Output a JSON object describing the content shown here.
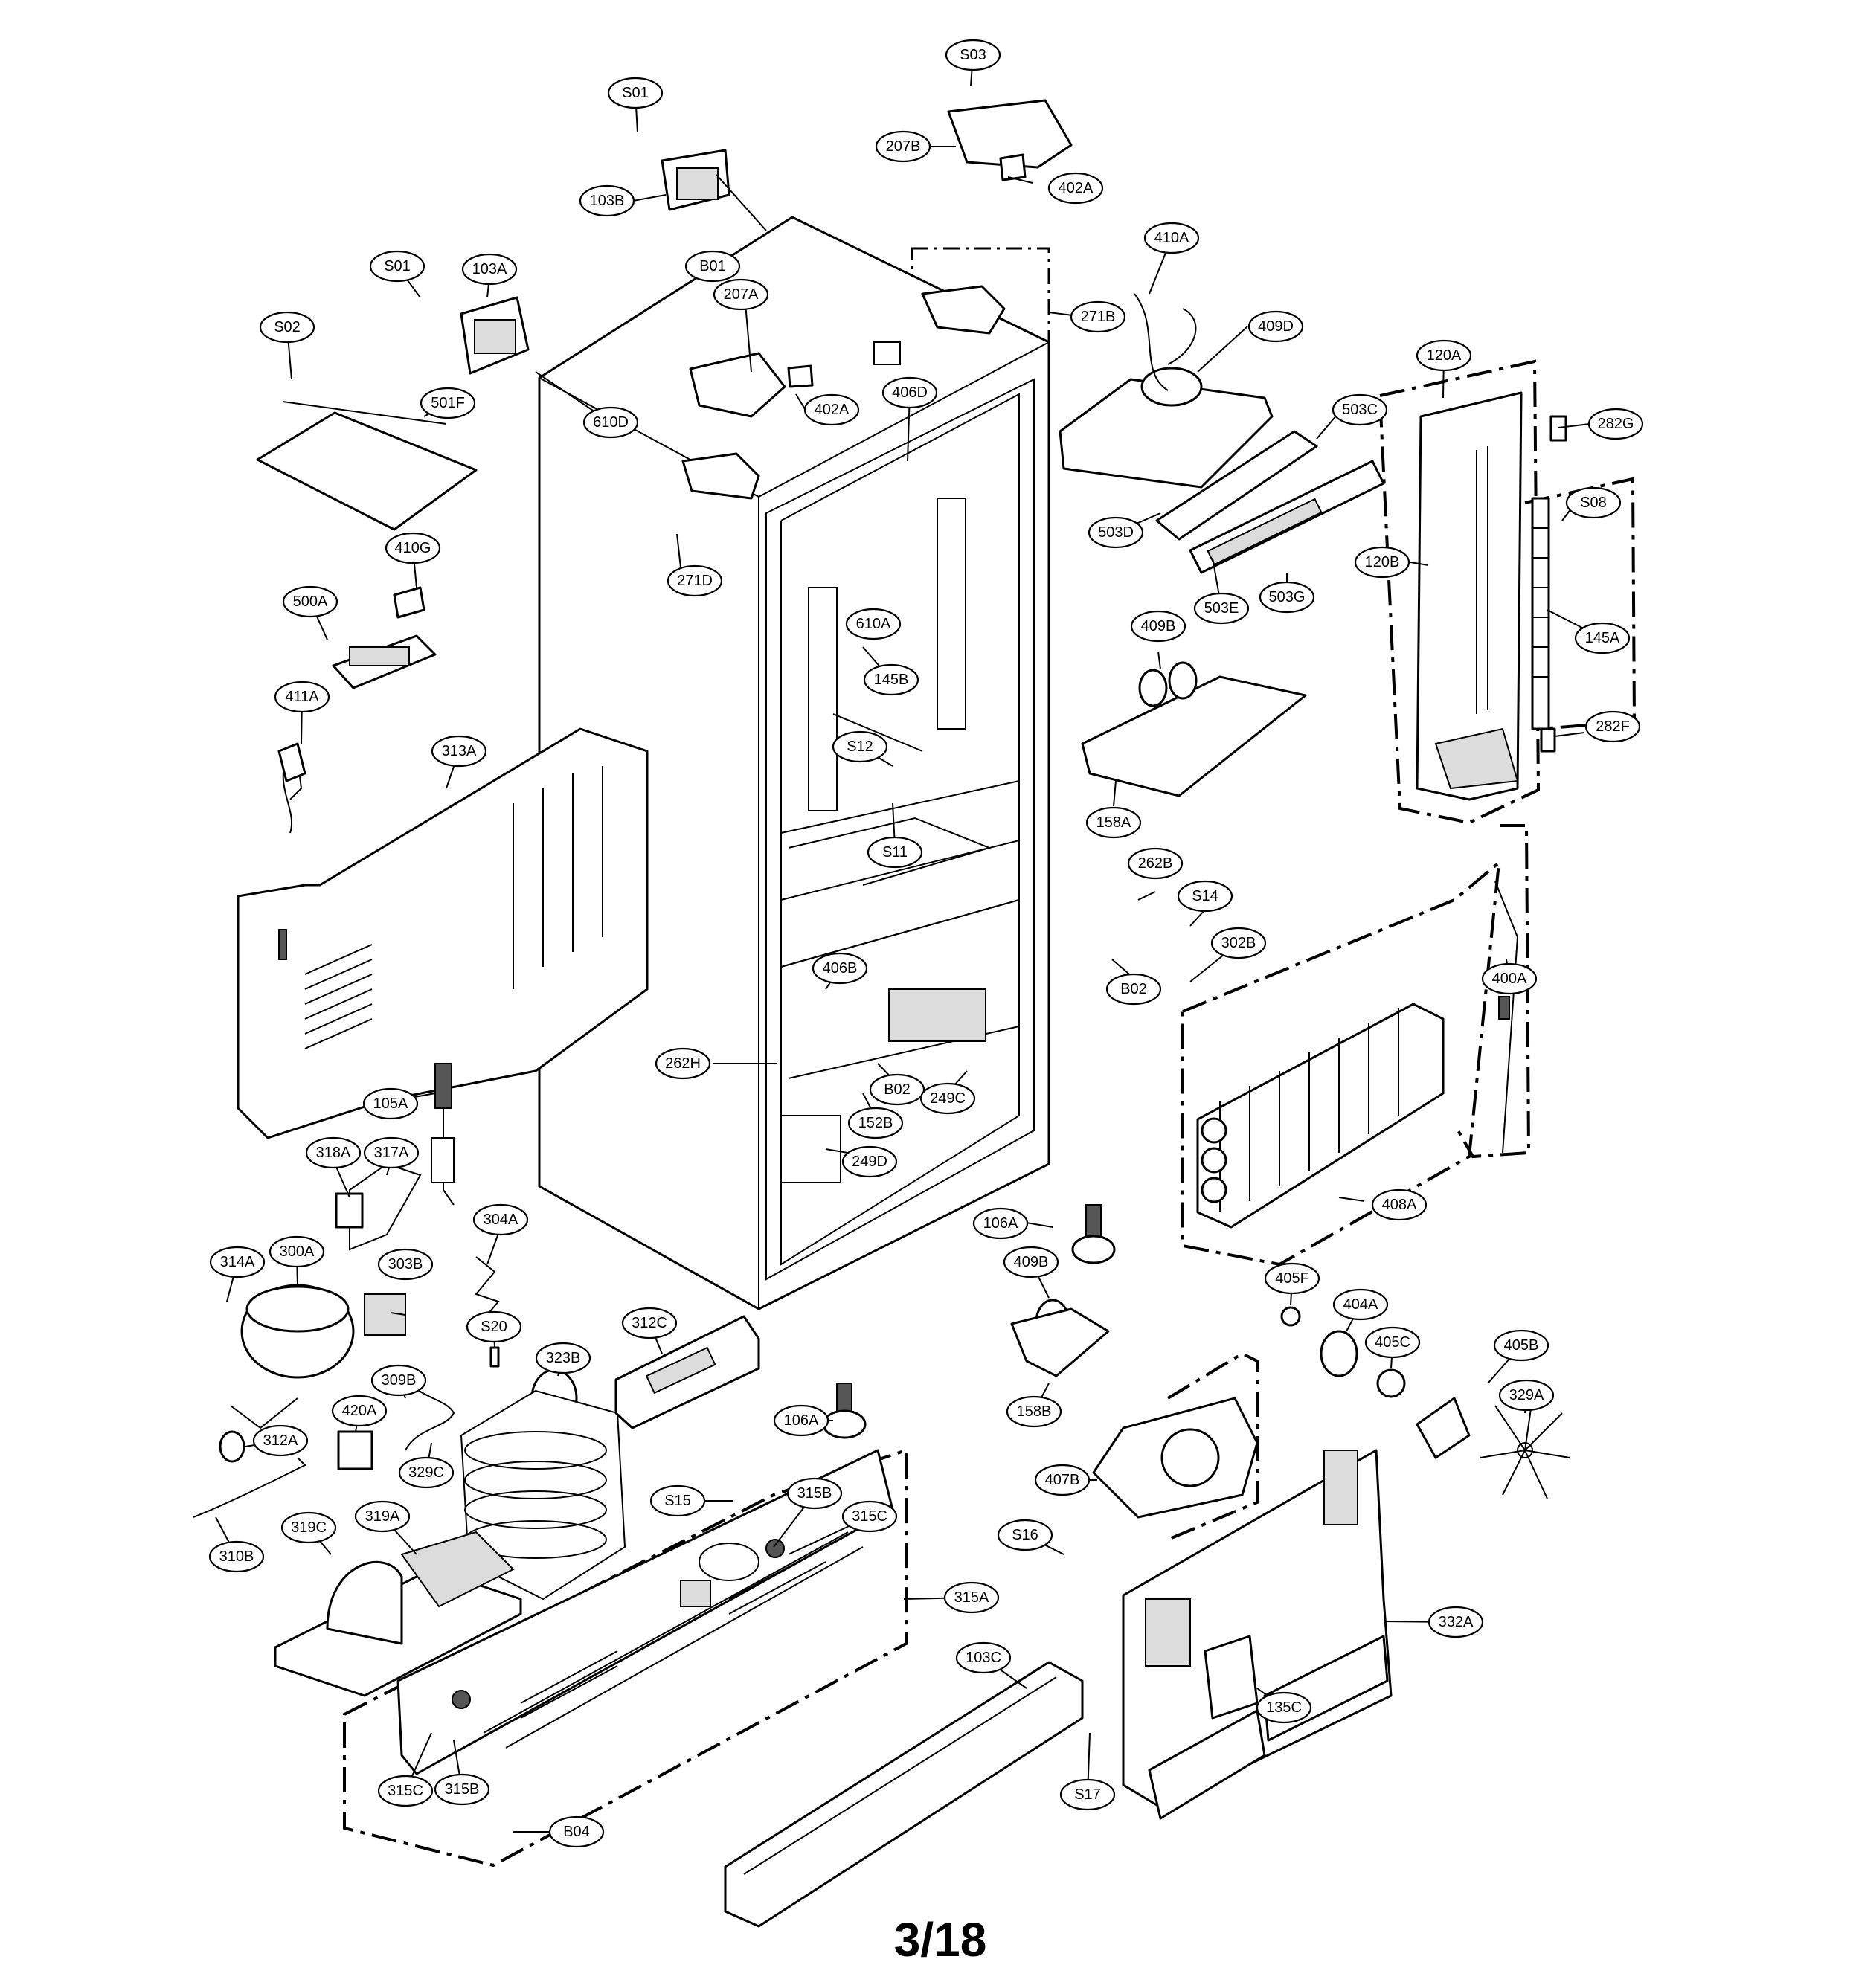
{
  "page_number": "3/18",
  "callout_labels": {
    "s01_top": "S01",
    "s03": "S03",
    "207b": "207B",
    "402a_top": "402A",
    "103b": "103B",
    "410a": "410A",
    "271b": "271B",
    "409d": "409D",
    "b01": "B01",
    "207a": "207A",
    "s01_left": "S01",
    "103a": "103A",
    "s02": "S02",
    "501f": "501F",
    "610d": "610D",
    "402a_mid": "402A",
    "406d": "406D",
    "503c": "503C",
    "120a": "120A",
    "282g": "282G",
    "503d": "503D",
    "271d": "271D",
    "410g": "410G",
    "610a": "610A",
    "503e": "503E",
    "503g": "503G",
    "120b": "120B",
    "s08": "S08",
    "145a": "145A",
    "500a": "500A",
    "145b": "145B",
    "409b_top": "409B",
    "411a": "411A",
    "313a": "313A",
    "s12": "S12",
    "282f": "282F",
    "158a": "158A",
    "s11": "S11",
    "262b": "262B",
    "s14": "S14",
    "302b": "302B",
    "400a": "400A",
    "b02_right": "B02",
    "406b": "406B",
    "262h": "262H",
    "b02_mid": "B02",
    "249c": "249C",
    "152b": "152B",
    "105a": "105A",
    "318a": "318A",
    "317a": "317A",
    "249d": "249D",
    "408a": "408A",
    "304a": "304A",
    "106a_top": "106A",
    "314a": "314A",
    "300a": "300A",
    "303b": "303B",
    "409b_low": "409B",
    "405f": "405F",
    "404a": "404A",
    "312c": "312C",
    "s20": "S20",
    "405c": "405C",
    "405b": "405B",
    "323b": "323B",
    "309b": "309B",
    "158b": "158B",
    "420a": "420A",
    "106a_low": "106A",
    "329a": "329A",
    "312a": "312A",
    "329c": "329C",
    "407b": "407B",
    "s15": "S15",
    "315b_top": "315B",
    "315c_top": "315C",
    "s16": "S16",
    "310b": "310B",
    "319c": "319C",
    "319a": "319A",
    "315a": "315A",
    "332a": "332A",
    "103c": "103C",
    "135c": "135C",
    "315c_low": "315C",
    "315b_low": "315B",
    "s17": "S17",
    "b04": "B04"
  }
}
